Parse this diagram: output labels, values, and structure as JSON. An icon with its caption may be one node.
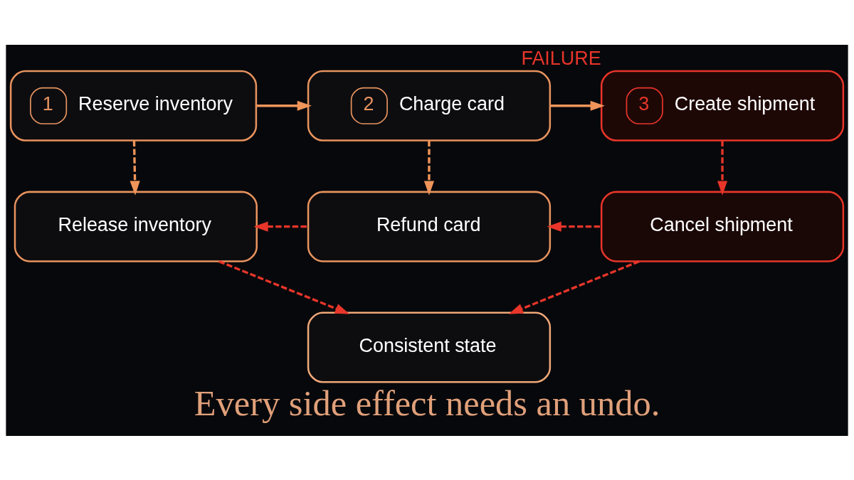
{
  "diagram": {
    "caption": "Every side effect needs an undo.",
    "nodes": [
      {
        "text": [
          "1",
          "Reserve inventory"
        ]
      },
      {
        "text": [
          "2",
          "Charge card"
        ]
      },
      {
        "text": [
          "3",
          "Create shipment"
        ],
        "beside": [
          "FAILURE"
        ]
      },
      {
        "text": [
          "Release inventory"
        ]
      },
      {
        "text": [
          "Refund card"
        ]
      },
      {
        "text": [
          "Cancel shipment"
        ]
      },
      {
        "text": [
          "Consistent state"
        ]
      }
    ],
    "edges": [
      {
        "from": 0,
        "to": 1,
        "arrow": "to",
        "color": "#f0955a"
      },
      {
        "from": 1,
        "to": 2,
        "arrow": "to",
        "color": "#f0955a"
      },
      {
        "from": 0,
        "to": 3,
        "arrow": "to",
        "style": "dashed",
        "color": "#f0955a"
      },
      {
        "from": 1,
        "to": 4,
        "arrow": "to",
        "style": "dashed",
        "color": "#f0955a"
      },
      {
        "from": 2,
        "to": 5,
        "arrow": "to",
        "style": "dashed"
      },
      {
        "from": 5,
        "to": 4,
        "arrow": "to",
        "style": "dashed"
      },
      {
        "from": 4,
        "to": 3,
        "arrow": "to",
        "style": "dashed"
      },
      {
        "from": 3,
        "to": 6,
        "arrow": "to",
        "style": "dashed"
      },
      {
        "from": 5,
        "to": 6,
        "arrow": "to",
        "style": "dashed"
      }
    ]
  }
}
